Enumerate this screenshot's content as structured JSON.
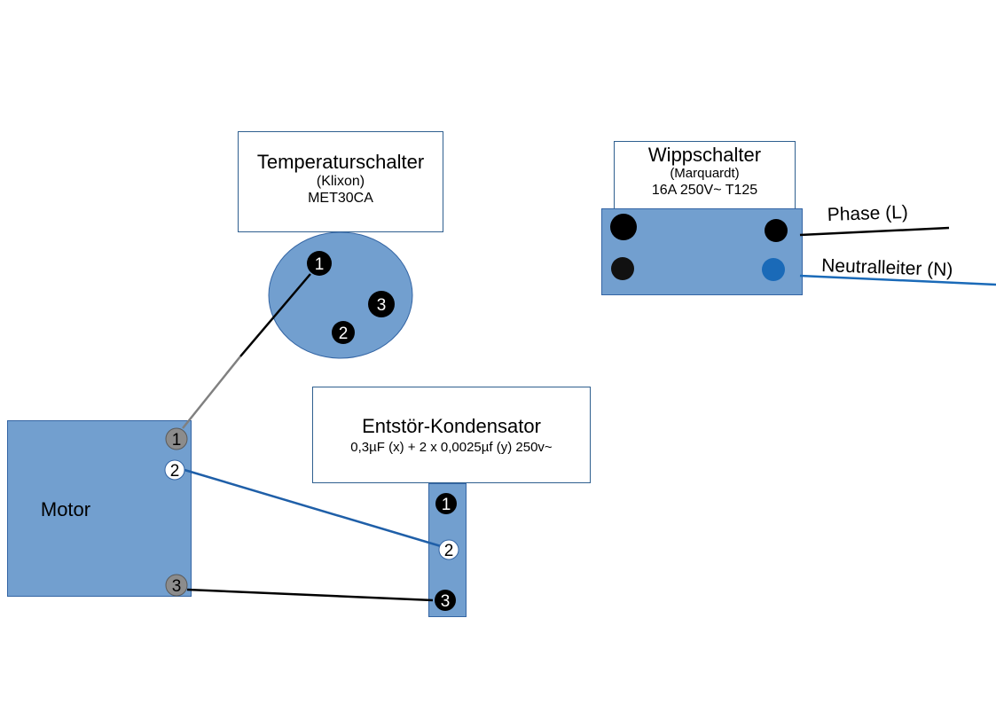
{
  "temp_switch": {
    "title": "Temperaturschalter",
    "subtitle": "(Klixon)",
    "model": "MET30CA",
    "pins": [
      "1",
      "2",
      "3"
    ]
  },
  "rocker_switch": {
    "title": "Wippschalter",
    "subtitle": "(Marquardt)",
    "rating": "16A 250V~ T125"
  },
  "capacitor": {
    "title": "Entstör-Kondensator",
    "spec": "0,3µF (x) + 2 x 0,0025µf (y) 250v~",
    "pins": [
      "1",
      "2",
      "3"
    ]
  },
  "motor": {
    "label": "Motor",
    "pins": [
      "1",
      "2",
      "3"
    ]
  },
  "wires": {
    "phase_label": "Phase (L)",
    "neutral_label": "Neutralleiter (N)"
  },
  "colors": {
    "body": "#729fcf",
    "border": "#3465a4",
    "wire_black": "#000000",
    "wire_grey": "#808080",
    "wire_blue": "#1f5fa8",
    "neutral_blue": "#1a6ab8",
    "pin_black": "#000000",
    "pin_grey": "#8c8c8c",
    "pin_white": "#ffffff"
  }
}
